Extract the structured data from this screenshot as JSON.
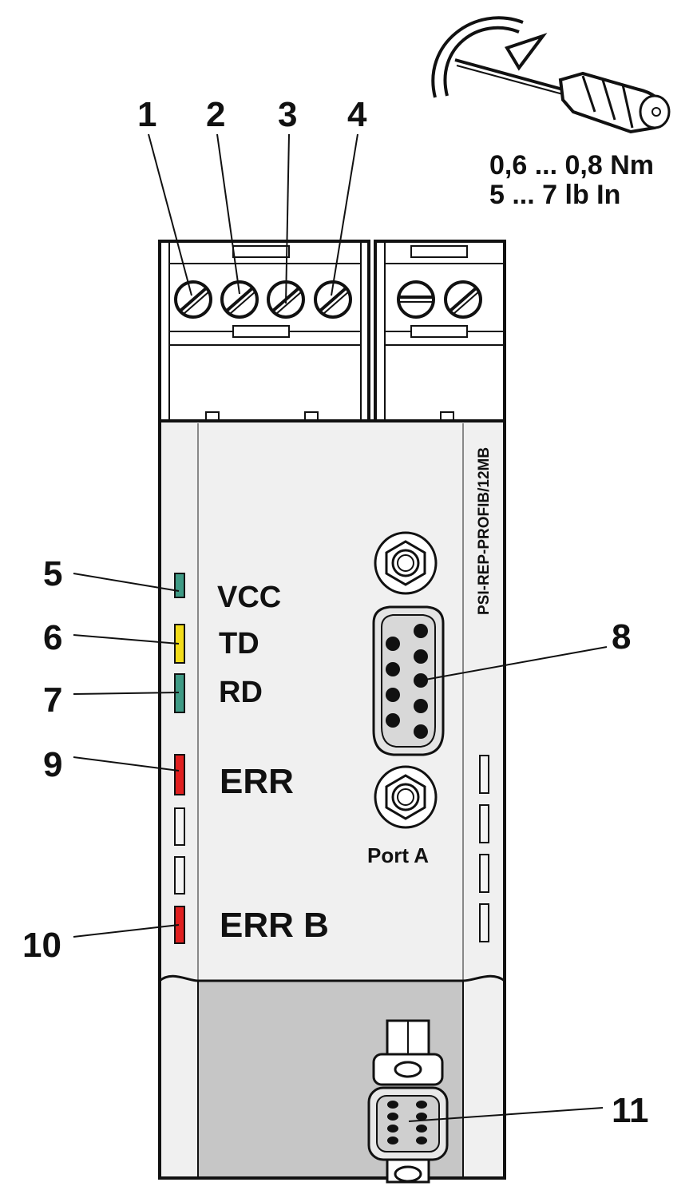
{
  "torque": {
    "line1": "0,6 ... 0,8 Nm",
    "line2": "5 ... 7 lb In"
  },
  "callouts": {
    "c1": "1",
    "c2": "2",
    "c3": "3",
    "c4": "4",
    "c5": "5",
    "c6": "6",
    "c7": "7",
    "c8": "8",
    "c9": "9",
    "c10": "10",
    "c11": "11"
  },
  "leds": {
    "vcc": {
      "label": "VCC",
      "color": "#3f9a85"
    },
    "td": {
      "label": "TD",
      "color": "#f2dc1a"
    },
    "rd": {
      "label": "RD",
      "color": "#3f9a85"
    },
    "err": {
      "label": "ERR",
      "color": "#e02020"
    },
    "err_b": {
      "label": "ERR B",
      "color": "#e02020"
    }
  },
  "port_label": "Port  A",
  "model_label": "PSI-REP-PROFIB/12MB",
  "colors": {
    "housing": "#f0f0f0",
    "bottom_panel": "#c6c6c6",
    "outline": "#111111"
  }
}
